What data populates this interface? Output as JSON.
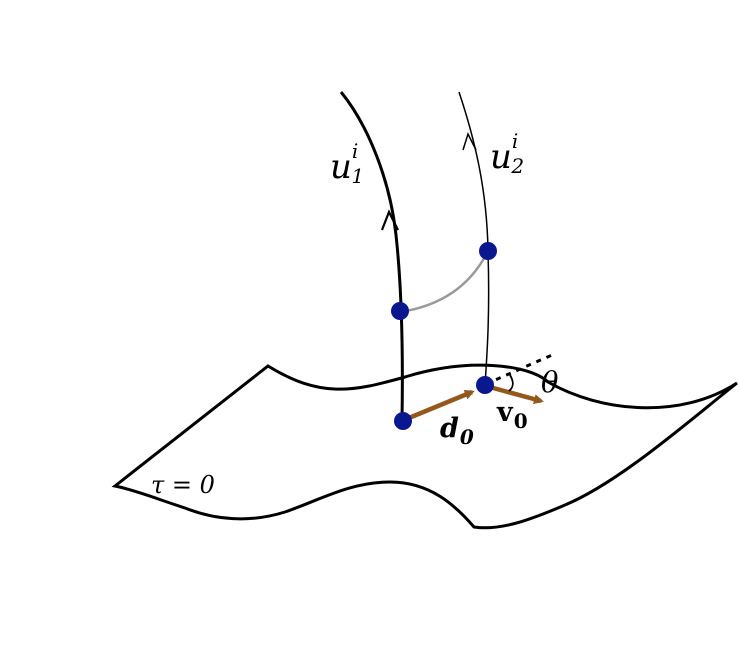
{
  "labels": {
    "worldline_1": {
      "base": "u",
      "superscript": "i",
      "subscript": "1"
    },
    "worldline_2": {
      "base": "u",
      "superscript": "i",
      "subscript": "2"
    },
    "separation": {
      "base": "d",
      "subscript": "0"
    },
    "velocity": {
      "base": "v",
      "subscript": "0"
    },
    "angle": "θ",
    "surface": "τ = 0"
  },
  "colors": {
    "stroke": "#000000",
    "point": "#0a1890",
    "arrow": "#94581c",
    "connector": "#9a9a9a"
  }
}
